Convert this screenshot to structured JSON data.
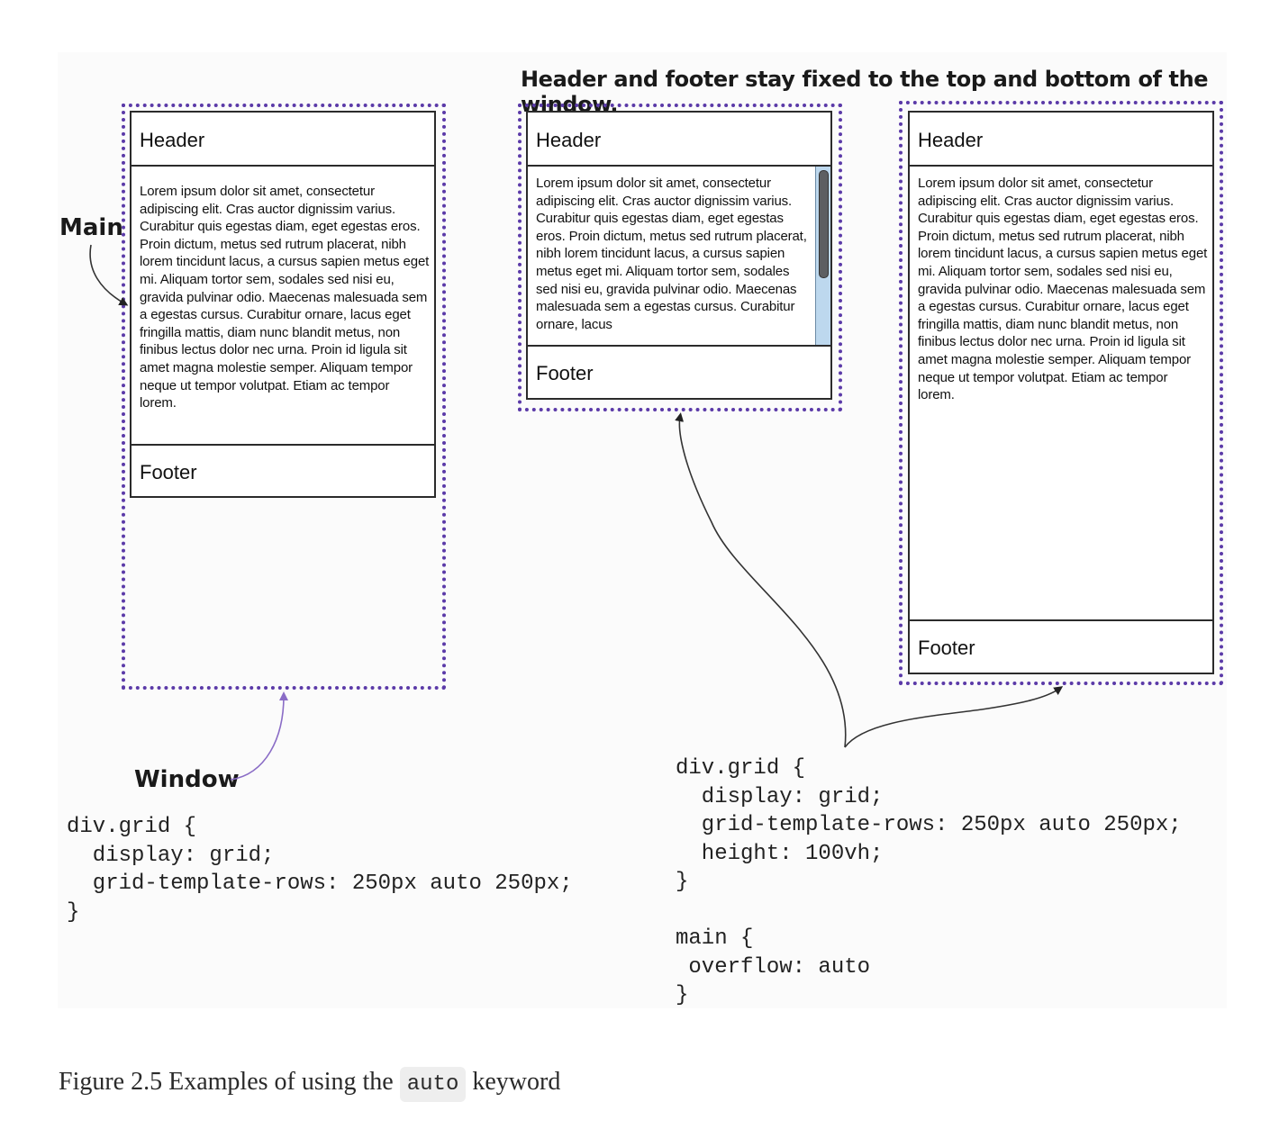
{
  "title": "Header and footer stay fixed to the top and bottom of the window.",
  "annotations": {
    "main": "Main",
    "window": "Window"
  },
  "panels": [
    {
      "header": "Header",
      "body": "Lorem ipsum dolor sit amet, consectetur adipiscing elit. Cras auctor dignissim varius. Curabitur quis egestas diam, eget egestas eros. Proin dictum, metus sed rutrum placerat, nibh lorem tincidunt lacus, a cursus sapien metus eget mi. Aliquam tortor sem, sodales sed nisi eu, gravida pulvinar odio. Maecenas malesuada sem a egestas cursus. Curabitur ornare, lacus eget fringilla mattis, diam nunc blandit metus, non finibus lectus dolor nec urna. Proin id ligula sit amet magna molestie semper. Aliquam tempor neque ut tempor volutpat. Etiam ac tempor lorem.",
      "footer": "Footer"
    },
    {
      "header": "Header",
      "body": "Lorem ipsum dolor sit amet, consectetur adipiscing elit. Cras auctor dignissim varius. Curabitur quis egestas diam, eget egestas eros. Proin dictum, metus sed rutrum placerat, nibh lorem tincidunt lacus, a cursus sapien metus eget mi. Aliquam tortor sem, sodales sed nisi eu, gravida pulvinar odio. Maecenas malesuada sem a egestas cursus. Curabitur ornare, lacus",
      "footer": "Footer"
    },
    {
      "header": "Header",
      "body": "Lorem ipsum dolor sit amet, consectetur adipiscing elit. Cras auctor dignissim varius. Curabitur quis egestas diam, eget egestas eros. Proin dictum, metus sed rutrum placerat, nibh lorem tincidunt lacus, a cursus sapien metus eget mi. Aliquam tortor sem, sodales sed nisi eu, gravida pulvinar odio. Maecenas malesuada sem a egestas cursus. Curabitur ornare, lacus eget fringilla mattis, diam nunc blandit metus, non finibus lectus dolor nec urna. Proin id ligula sit amet magna molestie semper. Aliquam tempor neque ut tempor volutpat. Etiam ac tempor lorem.",
      "footer": "Footer"
    }
  ],
  "code_left": "div.grid {\n  display: grid;\n  grid-template-rows: 250px auto 250px;\n}",
  "code_right": "div.grid {\n  display: grid;\n  grid-template-rows: 250px auto 250px;\n  height: 100vh;\n}\n\nmain {\n overflow: auto\n}",
  "caption": {
    "prefix": "Figure 2.5 Examples of using the ",
    "keyword": "auto",
    "suffix": " keyword"
  },
  "colors": {
    "window_frame": "#5b3aa8",
    "scrollbar_track": "#bdd8ee",
    "scrollbar_thumb": "#5d5f62",
    "arrow": "#333333",
    "window_arrow": "#8a6cc6"
  }
}
